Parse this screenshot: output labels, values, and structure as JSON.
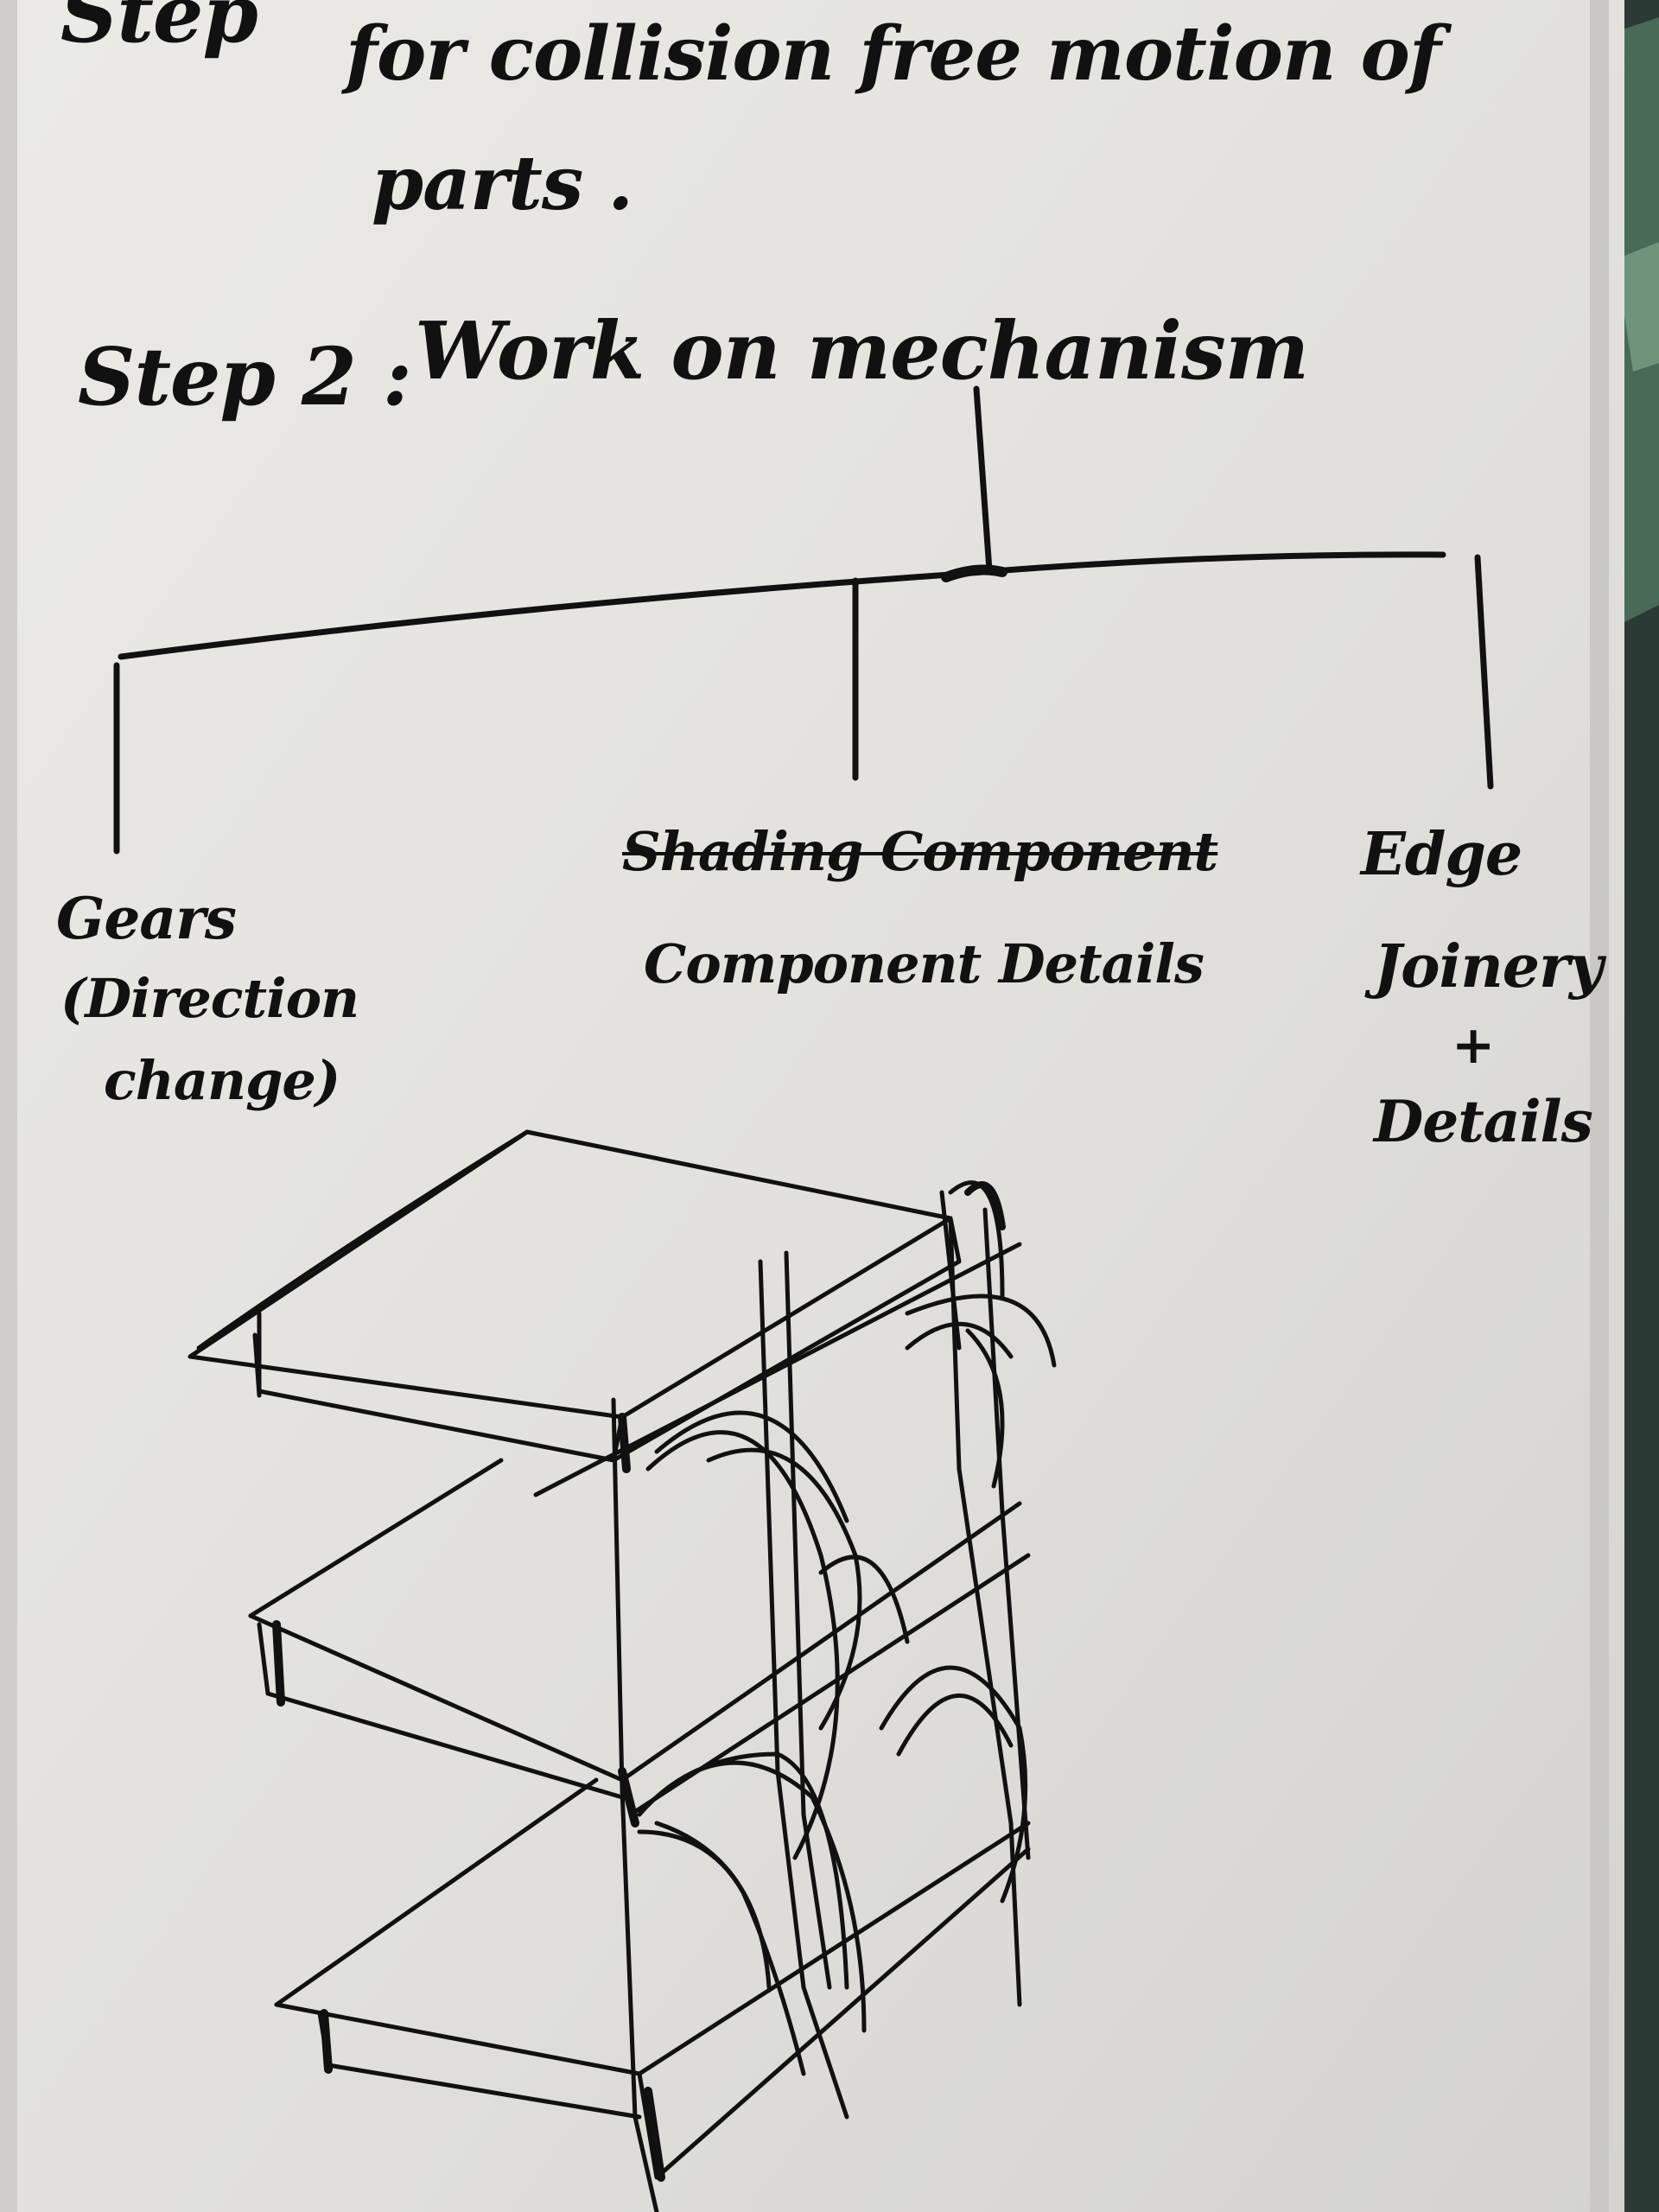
{
  "notes": {
    "partial_heading": "Step",
    "line1": "for collision free motion of",
    "line2": "parts .",
    "step2_label": "Step 2 :",
    "step2_title": "Work on mechanism"
  },
  "tree": {
    "branches": [
      {
        "lines": [
          "Gears",
          "(Direction",
          "change)"
        ]
      },
      {
        "lines": [
          "Shading Component",
          "Component Details"
        ]
      },
      {
        "lines": [
          "Edge",
          "Joinery",
          "+",
          "Details"
        ]
      }
    ]
  },
  "colors": {
    "ink": "#111111",
    "paper": "#e4e3df",
    "background": "#2a3b34"
  }
}
